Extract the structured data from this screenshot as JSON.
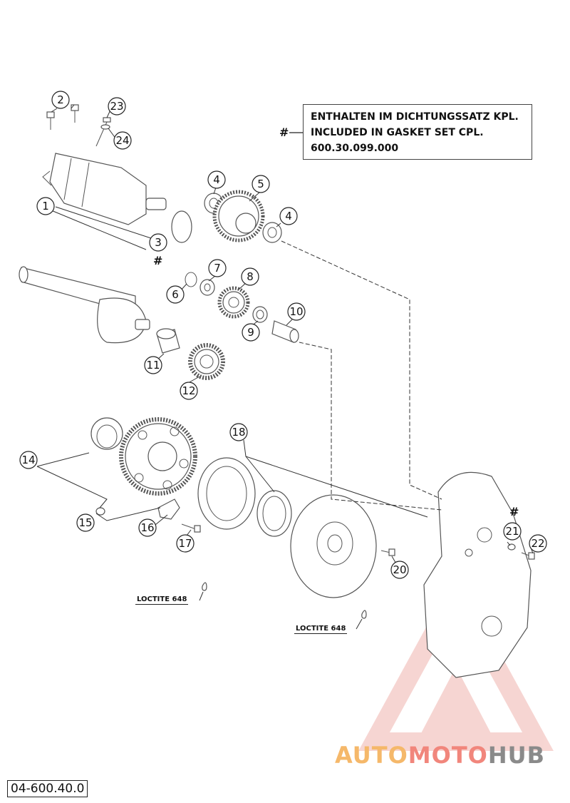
{
  "gasket_note": {
    "symbol": "#",
    "line1": "ENTHALTEN IM DICHTUNGSSATZ KPL.",
    "line2": "INCLUDED IN GASKET SET CPL.",
    "line3": "600.30.099.000"
  },
  "hash_marks": [
    "#",
    "#"
  ],
  "loctite_labels": [
    "LOCTITE 648",
    "LOCTITE 648"
  ],
  "callouts": [
    "1",
    "2",
    "3",
    "4",
    "4",
    "5",
    "6",
    "7",
    "8",
    "9",
    "10",
    "11",
    "12",
    "14",
    "15",
    "16",
    "17",
    "18",
    "20",
    "21",
    "22",
    "23",
    "24"
  ],
  "diagram_code": "04-600.40.0",
  "watermark": {
    "part1": "AUTO",
    "part2": "MOTO",
    "part3": "HUB",
    "colors": {
      "auto": "#f5b86a",
      "moto": "#f1867c",
      "hub": "#8a8a8a",
      "logo": "#f0b4ae"
    }
  }
}
